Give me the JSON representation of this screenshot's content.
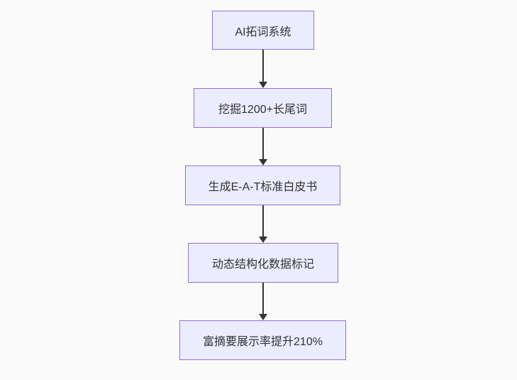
{
  "diagram": {
    "type": "flowchart",
    "direction": "top-down",
    "colors": {
      "background": "#fafafa",
      "node_fill": "#ECECFF",
      "node_border": "#9370DB",
      "edge": "#333333",
      "text": "#333333"
    },
    "nodes": [
      {
        "label": "AI拓词系统"
      },
      {
        "label": "挖掘1200+长尾词"
      },
      {
        "label": "生成E-A-T标准白皮书"
      },
      {
        "label": "动态结构化数据标记"
      },
      {
        "label": "富摘要展示率提升210%"
      }
    ],
    "edges": [
      {
        "from": 0,
        "to": 1,
        "arrow": "down"
      },
      {
        "from": 1,
        "to": 2,
        "arrow": "down"
      },
      {
        "from": 2,
        "to": 3,
        "arrow": "down"
      },
      {
        "from": 3,
        "to": 4,
        "arrow": "down"
      }
    ]
  }
}
